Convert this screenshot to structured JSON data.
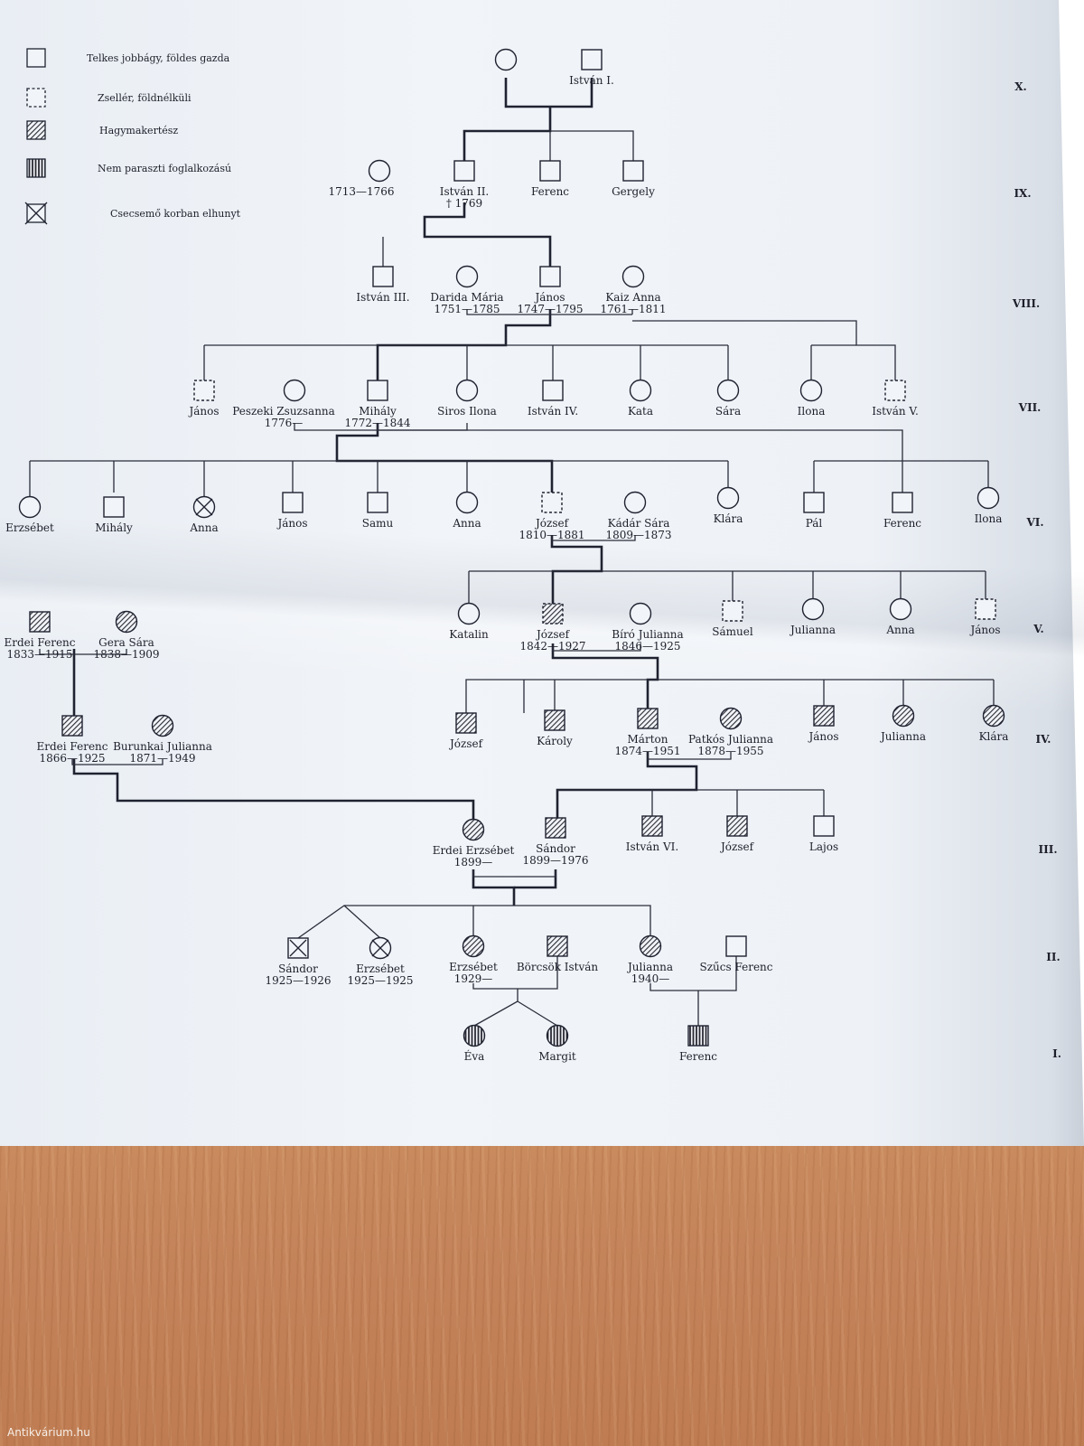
{
  "legend": [
    {
      "type": "square",
      "label": "Telkes jobbágy, földes gazda"
    },
    {
      "type": "dashed",
      "label": "Zsellér, földnélküli"
    },
    {
      "type": "hatched",
      "label": "Hagymakertész"
    },
    {
      "type": "striped",
      "label": "Nem paraszti foglalkozású"
    },
    {
      "type": "infant",
      "label": "Csecsemő korban elhunyt"
    }
  ],
  "generations": [
    "X.",
    "IX.",
    "VIII.",
    "VII.",
    "VI.",
    "V.",
    "IV.",
    "III.",
    "II.",
    "I."
  ],
  "people": [
    {
      "id": "p_x_w",
      "shape": "circle",
      "fill": "plain",
      "lines": []
    },
    {
      "id": "p_istvan1",
      "shape": "square",
      "fill": "plain",
      "lines": [
        "István I."
      ]
    },
    {
      "id": "p_ix_w",
      "shape": "circle",
      "fill": "plain",
      "lines": [
        "1713—1766"
      ]
    },
    {
      "id": "p_istvan2",
      "shape": "square",
      "fill": "plain",
      "lines": [
        "István II.",
        "† 1769"
      ]
    },
    {
      "id": "p_ferenc9",
      "shape": "square",
      "fill": "plain",
      "lines": [
        "Ferenc"
      ]
    },
    {
      "id": "p_gergely",
      "shape": "square",
      "fill": "plain",
      "lines": [
        "Gergely"
      ]
    },
    {
      "id": "p_istvan3",
      "shape": "square",
      "fill": "plain",
      "lines": [
        "István III."
      ]
    },
    {
      "id": "p_darida",
      "shape": "circle",
      "fill": "plain",
      "lines": [
        "Darida Mária",
        "1751—1785"
      ]
    },
    {
      "id": "p_janos8",
      "shape": "square",
      "fill": "plain",
      "lines": [
        "János",
        "1747—1795"
      ]
    },
    {
      "id": "p_kaiz",
      "shape": "circle",
      "fill": "plain",
      "lines": [
        "Kaiz Anna",
        "1761—1811"
      ]
    },
    {
      "id": "p_janos7",
      "shape": "square",
      "fill": "dashed",
      "lines": [
        "János"
      ]
    },
    {
      "id": "p_peszeki",
      "shape": "circle",
      "fill": "plain",
      "lines": [
        "Peszeki Zsuzsanna",
        "1776—"
      ]
    },
    {
      "id": "p_mihaly7",
      "shape": "square",
      "fill": "plain",
      "lines": [
        "Mihály",
        "1772—1844"
      ]
    },
    {
      "id": "p_siros",
      "shape": "circle",
      "fill": "plain",
      "lines": [
        "Siros Ilona"
      ]
    },
    {
      "id": "p_istvan4",
      "shape": "square",
      "fill": "plain",
      "lines": [
        "István IV."
      ]
    },
    {
      "id": "p_kata",
      "shape": "circle",
      "fill": "plain",
      "lines": [
        "Kata"
      ]
    },
    {
      "id": "p_sara7",
      "shape": "circle",
      "fill": "plain",
      "lines": [
        "Sára"
      ]
    },
    {
      "id": "p_ilona7",
      "shape": "circle",
      "fill": "plain",
      "lines": [
        "Ilona"
      ]
    },
    {
      "id": "p_istvan5",
      "shape": "square",
      "fill": "dashed",
      "lines": [
        "István V."
      ]
    },
    {
      "id": "p_erzsebet6",
      "shape": "circle",
      "fill": "plain",
      "lines": [
        "Erzsébet"
      ]
    },
    {
      "id": "p_mihaly6",
      "shape": "square",
      "fill": "plain",
      "lines": [
        "Mihály"
      ]
    },
    {
      "id": "p_anna6a",
      "shape": "circle",
      "fill": "infant",
      "lines": [
        "Anna"
      ]
    },
    {
      "id": "p_janos6",
      "shape": "square",
      "fill": "plain",
      "lines": [
        "János"
      ]
    },
    {
      "id": "p_samu",
      "shape": "square",
      "fill": "plain",
      "lines": [
        "Samu"
      ]
    },
    {
      "id": "p_anna6b",
      "shape": "circle",
      "fill": "plain",
      "lines": [
        "Anna"
      ]
    },
    {
      "id": "p_jozsef6",
      "shape": "square",
      "fill": "dashed",
      "lines": [
        "József",
        "1810—1881"
      ]
    },
    {
      "id": "p_kadar",
      "shape": "circle",
      "fill": "plain",
      "lines": [
        "Kádár Sára",
        "1809—1873"
      ]
    },
    {
      "id": "p_klara6",
      "shape": "circle",
      "fill": "plain",
      "lines": [
        "Klára"
      ]
    },
    {
      "id": "p_pal",
      "shape": "square",
      "fill": "plain",
      "lines": [
        "Pál"
      ]
    },
    {
      "id": "p_ferenc6",
      "shape": "square",
      "fill": "plain",
      "lines": [
        "Ferenc"
      ]
    },
    {
      "id": "p_ilona6",
      "shape": "circle",
      "fill": "plain",
      "lines": [
        "Ilona"
      ]
    },
    {
      "id": "p_erdei5",
      "shape": "square",
      "fill": "hatched",
      "lines": [
        "Erdei Ferenc",
        "1833—1915"
      ]
    },
    {
      "id": "p_gera",
      "shape": "circle",
      "fill": "hatched",
      "lines": [
        "Gera Sára",
        "1838—1909"
      ]
    },
    {
      "id": "p_katalin",
      "shape": "circle",
      "fill": "plain",
      "lines": [
        "Katalin"
      ]
    },
    {
      "id": "p_jozsef5",
      "shape": "square",
      "fill": "dashhatch",
      "lines": [
        "József",
        "1842—1927"
      ]
    },
    {
      "id": "p_biro",
      "shape": "circle",
      "fill": "plain",
      "lines": [
        "Bíró Julianna",
        "1846—1925"
      ]
    },
    {
      "id": "p_samuel",
      "shape": "square",
      "fill": "dashed",
      "lines": [
        "Sámuel"
      ]
    },
    {
      "id": "p_julianna5",
      "shape": "circle",
      "fill": "plain",
      "lines": [
        "Julianna"
      ]
    },
    {
      "id": "p_anna5",
      "shape": "circle",
      "fill": "plain",
      "lines": [
        "Anna"
      ]
    },
    {
      "id": "p_janos5",
      "shape": "square",
      "fill": "dashed",
      "lines": [
        "János"
      ]
    },
    {
      "id": "p_erdei4",
      "shape": "square",
      "fill": "hatched",
      "lines": [
        "Erdei Ferenc",
        "1866—1925"
      ]
    },
    {
      "id": "p_burunkai",
      "shape": "circle",
      "fill": "hatched",
      "lines": [
        "Burunkai Julianna",
        "1871—1949"
      ]
    },
    {
      "id": "p_jozsef4",
      "shape": "square",
      "fill": "hatched",
      "lines": [
        "József"
      ]
    },
    {
      "id": "p_karoly",
      "shape": "square",
      "fill": "hatched",
      "lines": [
        "Károly"
      ]
    },
    {
      "id": "p_marton",
      "shape": "square",
      "fill": "hatched",
      "lines": [
        "Márton",
        "1874—1951"
      ]
    },
    {
      "id": "p_patkos",
      "shape": "circle",
      "fill": "hatched",
      "lines": [
        "Patkós Julianna",
        "1878—1955"
      ]
    },
    {
      "id": "p_janos4",
      "shape": "square",
      "fill": "hatched",
      "lines": [
        "János"
      ]
    },
    {
      "id": "p_julianna4",
      "shape": "circle",
      "fill": "hatched",
      "lines": [
        "Julianna"
      ]
    },
    {
      "id": "p_klara4",
      "shape": "circle",
      "fill": "hatched",
      "lines": [
        "Klára"
      ]
    },
    {
      "id": "p_erdei3",
      "shape": "circle",
      "fill": "hatched",
      "lines": [
        "Erdei Erzsébet",
        "1899—"
      ]
    },
    {
      "id": "p_sandor3",
      "shape": "square",
      "fill": "hatched",
      "lines": [
        "Sándor",
        "1899—1976"
      ]
    },
    {
      "id": "p_istvan6",
      "shape": "square",
      "fill": "hatched",
      "lines": [
        "István VI."
      ]
    },
    {
      "id": "p_jozsef3",
      "shape": "square",
      "fill": "hatched",
      "lines": [
        "József"
      ]
    },
    {
      "id": "p_lajos",
      "shape": "square",
      "fill": "plain",
      "lines": [
        "Lajos"
      ]
    },
    {
      "id": "p_sandor2",
      "shape": "square",
      "fill": "infant",
      "lines": [
        "Sándor",
        "1925—1926"
      ]
    },
    {
      "id": "p_erzsebet2a",
      "shape": "circle",
      "fill": "infant",
      "lines": [
        "Erzsébet",
        "1925—1925"
      ]
    },
    {
      "id": "p_erzsebet2b",
      "shape": "circle",
      "fill": "hatched",
      "lines": [
        "Erzsébet",
        "1929—"
      ]
    },
    {
      "id": "p_borcsok",
      "shape": "square",
      "fill": "hatched",
      "lines": [
        "Börcsök István"
      ]
    },
    {
      "id": "p_julianna2",
      "shape": "circle",
      "fill": "hatched",
      "lines": [
        "Julianna",
        "1940—"
      ]
    },
    {
      "id": "p_szucs",
      "shape": "square",
      "fill": "plain",
      "lines": [
        "Szűcs Ferenc"
      ]
    },
    {
      "id": "p_eva",
      "shape": "circle",
      "fill": "striped",
      "lines": [
        "Éva"
      ]
    },
    {
      "id": "p_margit",
      "shape": "circle",
      "fill": "striped",
      "lines": [
        "Margit"
      ]
    },
    {
      "id": "p_ferenc1",
      "shape": "square",
      "fill": "striped",
      "lines": [
        "Ferenc"
      ]
    }
  ],
  "watermark": "Antikvárium.hu"
}
